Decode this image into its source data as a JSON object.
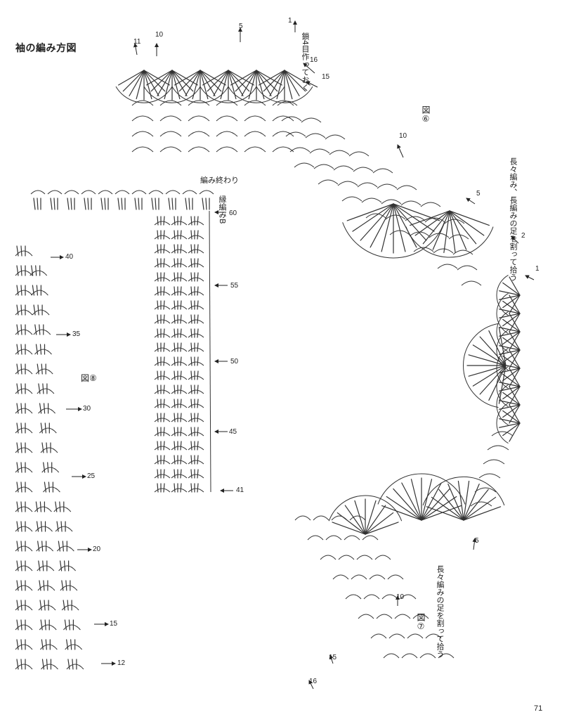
{
  "page": {
    "title": "袖の編み方図",
    "page_number": "71"
  },
  "fig6": {
    "label": "図⑥",
    "note_right": "長々編み、長編みの足を割って拾う",
    "note_top": "鎖4目作っておく",
    "row_numbers": [
      "1",
      "5",
      "10",
      "11",
      "16",
      "15",
      "10",
      "5",
      "2",
      "1"
    ]
  },
  "fig7": {
    "label": "図⑦",
    "note": "長々編みの足を割って拾う",
    "row_numbers": [
      "5",
      "10",
      "15",
      "16"
    ]
  },
  "fig8": {
    "label": "図⑧",
    "row_numbers": [
      "40",
      "35",
      "30",
      "25",
      "20",
      "15",
      "12"
    ]
  },
  "figB": {
    "end_label": "編み終わり",
    "edge_label": "縁編みB",
    "row_numbers": [
      "60",
      "55",
      "50",
      "45",
      "41"
    ]
  }
}
